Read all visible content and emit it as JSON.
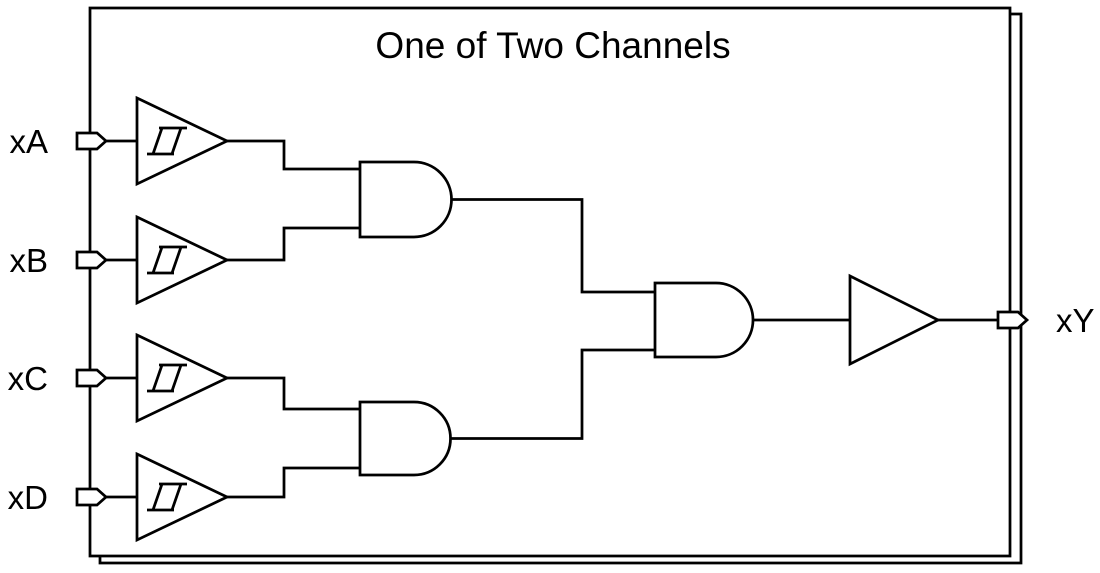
{
  "title": "One of Two Channels",
  "inputs": [
    {
      "label": "xA"
    },
    {
      "label": "xB"
    },
    {
      "label": "xC"
    },
    {
      "label": "xD"
    }
  ],
  "output": {
    "label": "xY"
  },
  "shapes": {
    "input_buffer_type": "schmitt-trigger-buffer",
    "stage1_gates": [
      "AND",
      "AND"
    ],
    "stage2_gate": "AND",
    "output_buffer_type": "buffer",
    "channel_boxes": 2
  },
  "colors": {
    "line": "#000000",
    "background": "#ffffff"
  }
}
